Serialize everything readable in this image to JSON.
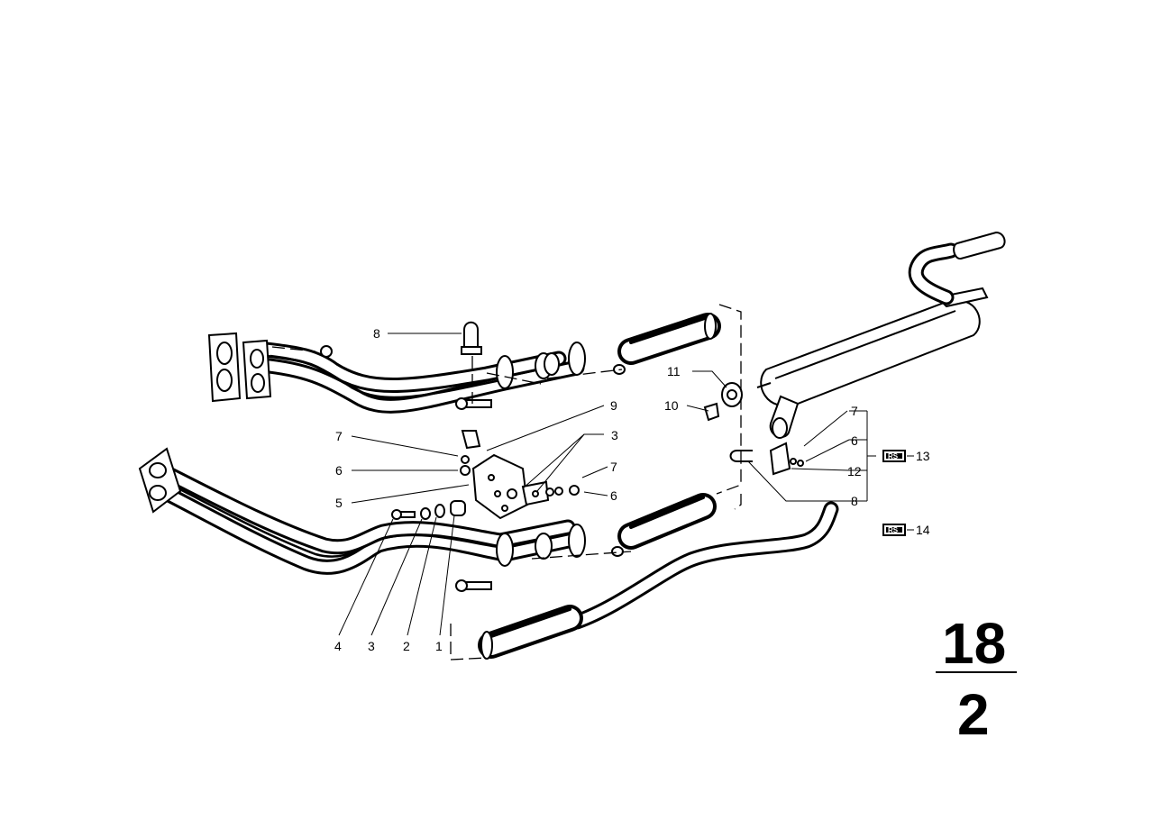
{
  "callouts": [
    {
      "id": "c1",
      "text": "1"
    },
    {
      "id": "c2",
      "text": "2"
    },
    {
      "id": "c3",
      "text": "3"
    },
    {
      "id": "c4",
      "text": "4"
    },
    {
      "id": "c3b",
      "text": "3"
    },
    {
      "id": "c5",
      "text": "5"
    },
    {
      "id": "c6a",
      "text": "6"
    },
    {
      "id": "c6b",
      "text": "6"
    },
    {
      "id": "c6c",
      "text": "6"
    },
    {
      "id": "c7a",
      "text": "7"
    },
    {
      "id": "c7b",
      "text": "7"
    },
    {
      "id": "c7c",
      "text": "7"
    },
    {
      "id": "c8a",
      "text": "8"
    },
    {
      "id": "c8b",
      "text": "8"
    },
    {
      "id": "c9",
      "text": "9"
    },
    {
      "id": "c10",
      "text": "10"
    },
    {
      "id": "c11",
      "text": "11"
    },
    {
      "id": "c12",
      "text": "12"
    },
    {
      "id": "c13",
      "text": "13"
    },
    {
      "id": "c14",
      "text": "14"
    }
  ],
  "badges": {
    "rs_13": "RS",
    "rs_14": "RS"
  },
  "page_number": {
    "top": "18",
    "bottom": "2"
  }
}
